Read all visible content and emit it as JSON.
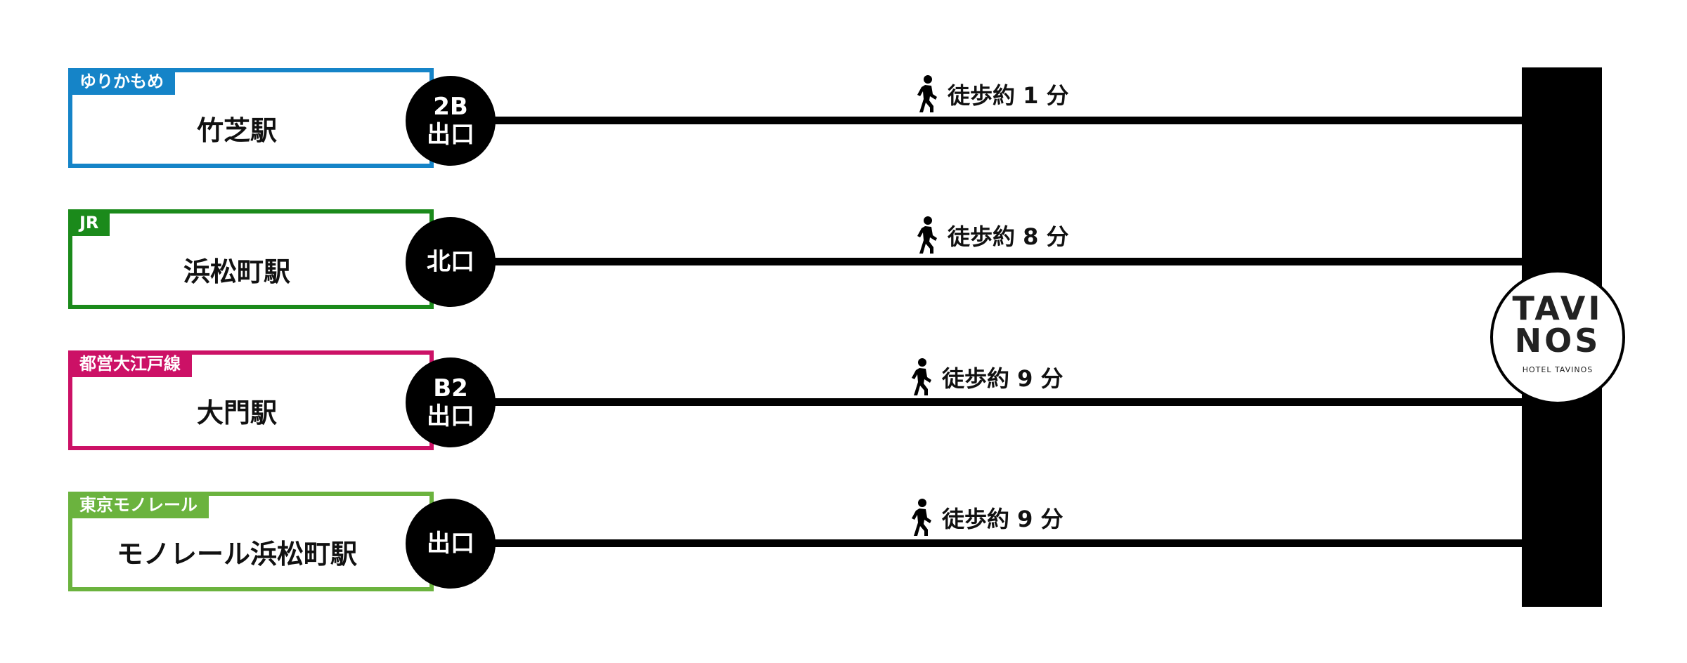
{
  "hotel": {
    "logo_line1": "TAVI",
    "logo_line2": "NOS",
    "logo_sub": "HOTEL TAVINOS"
  },
  "routes": [
    {
      "line_name": "ゆりかもめ",
      "line_color": "#1584c8",
      "station": "竹芝駅",
      "exit": "2B\n出口",
      "walk": "徒歩約 1 分"
    },
    {
      "line_name": "JR",
      "line_color": "#1b8a1b",
      "station": "浜松町駅",
      "exit": "北口",
      "walk": "徒歩約 8 分"
    },
    {
      "line_name": "都営大江戸線",
      "line_color": "#cc1166",
      "station": "大門駅",
      "exit": "B2\n出口",
      "walk": "徒歩約 9 分"
    },
    {
      "line_name": "東京モノレール",
      "line_color": "#6bb33e",
      "station": "モノレール浜松町駅",
      "exit": "出口",
      "walk": "徒歩約 9 分"
    }
  ],
  "icons": {
    "walk": "pedestrian-icon"
  }
}
